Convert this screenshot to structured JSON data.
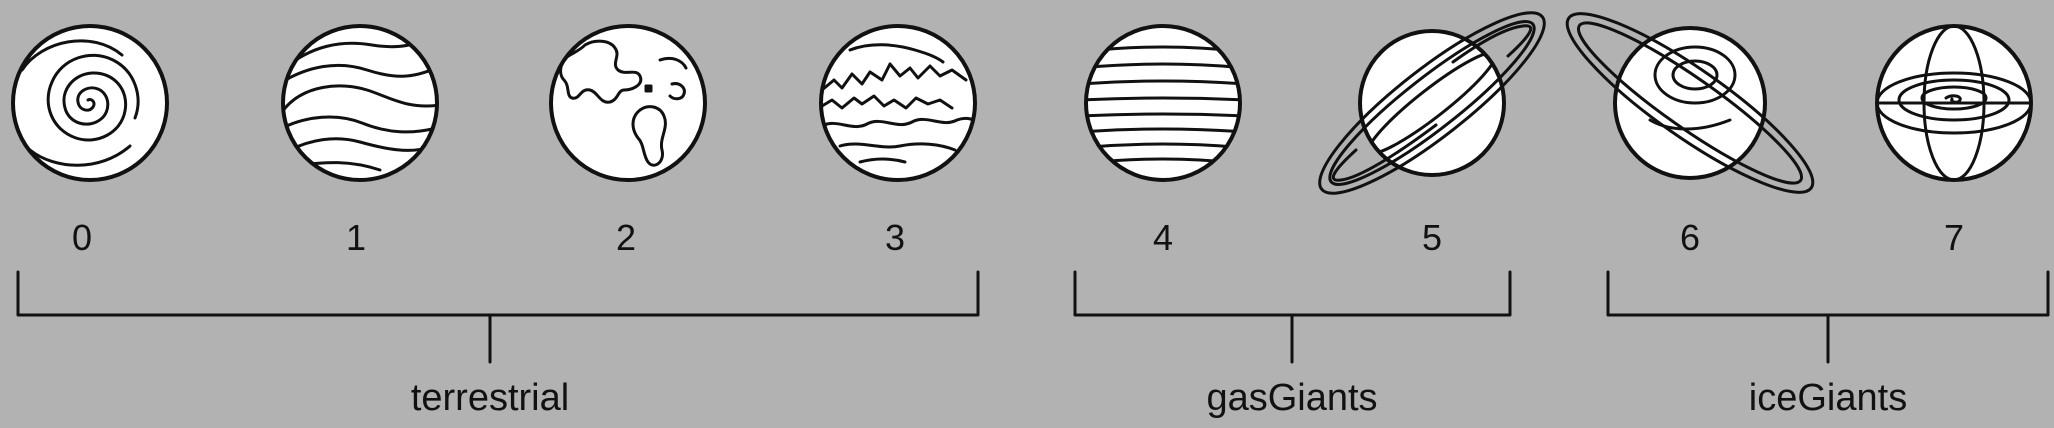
{
  "diagram": {
    "planets": [
      {
        "number": "0",
        "icon": "spiral-planet-icon"
      },
      {
        "number": "1",
        "icon": "banded-planet-icon"
      },
      {
        "number": "2",
        "icon": "earth-icon"
      },
      {
        "number": "3",
        "icon": "cloudy-planet-icon"
      },
      {
        "number": "4",
        "icon": "striped-gas-giant-icon"
      },
      {
        "number": "5",
        "icon": "ringed-planet-icon"
      },
      {
        "number": "6",
        "icon": "ringed-ice-giant-icon"
      },
      {
        "number": "7",
        "icon": "swirl-ice-giant-icon"
      }
    ],
    "groups": [
      {
        "label": "terrestrial",
        "members": [
          "0",
          "1",
          "2",
          "3"
        ]
      },
      {
        "label": "gasGiants",
        "members": [
          "4",
          "5"
        ]
      },
      {
        "label": "iceGiants",
        "members": [
          "6",
          "7"
        ]
      }
    ]
  },
  "colors": {
    "background": "#b2b2b2",
    "ink": "#111111",
    "planet_fill": "#ffffff"
  }
}
